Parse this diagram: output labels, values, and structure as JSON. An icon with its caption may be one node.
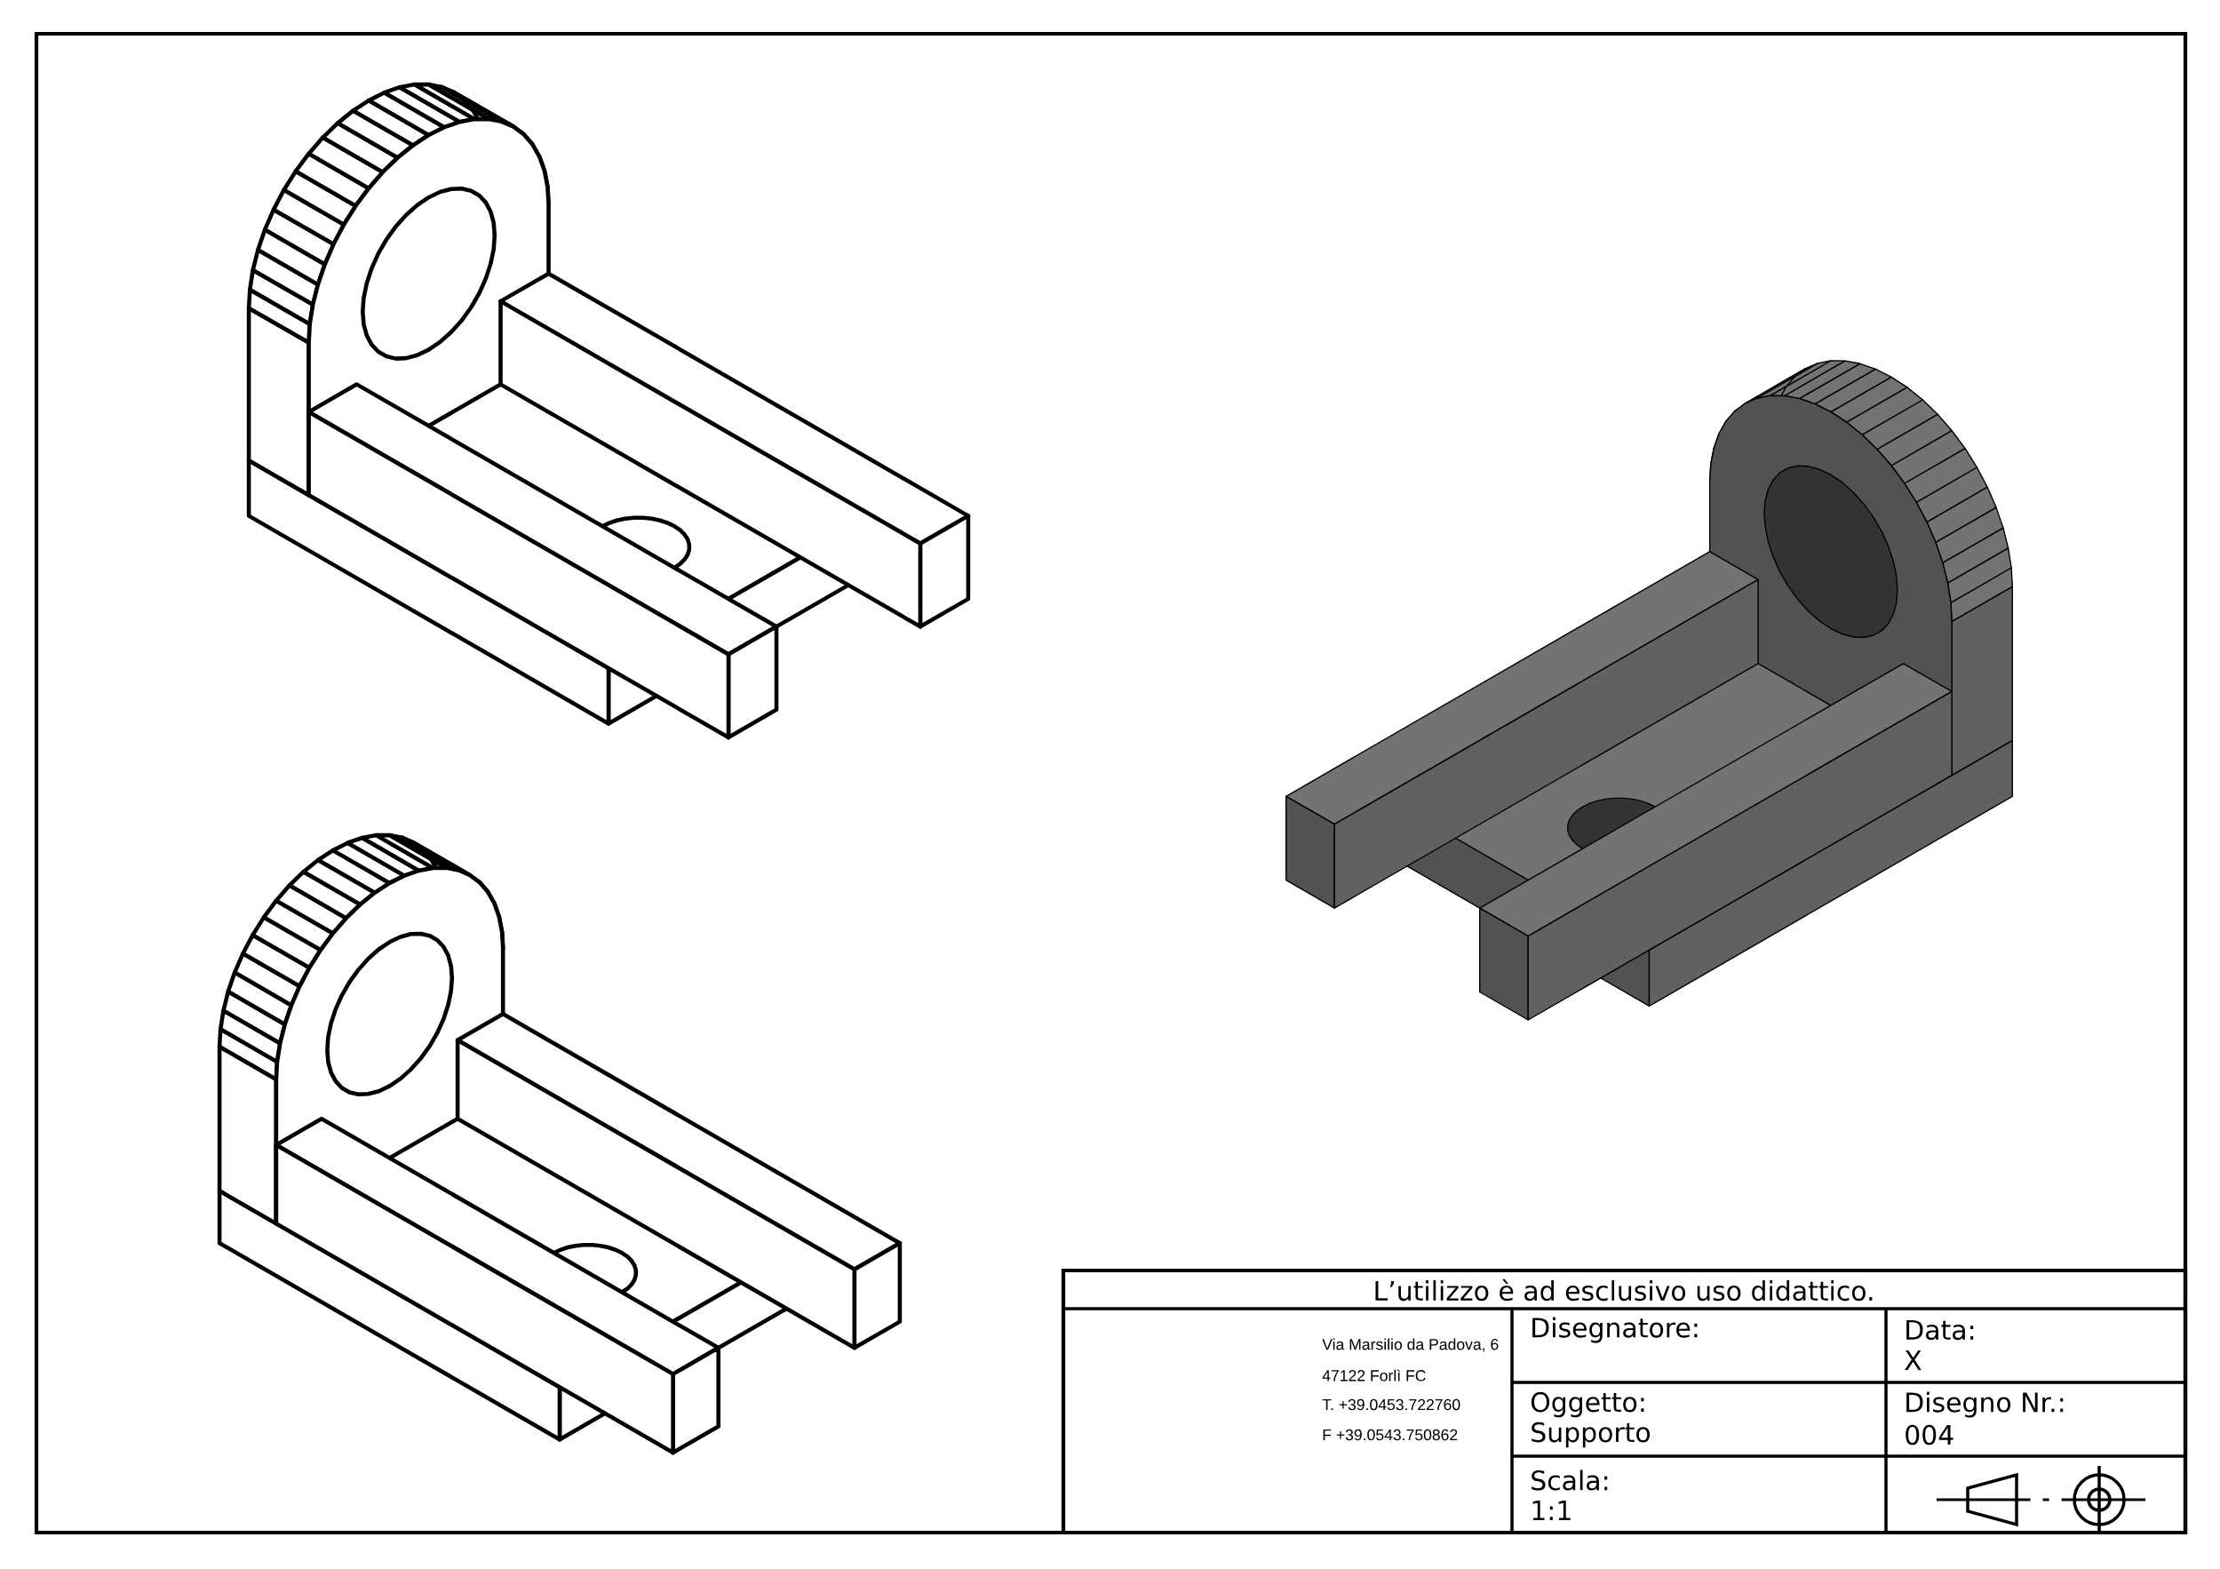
{
  "diagram": {
    "labels": [
      "L’utilizzo è ad esclusivo uso didattico.",
      "Via Marsilio da Padova, 6",
      "47122  Forlì  FC",
      "T. +39.0453.722760",
      "F +39.0543.750862",
      "Disegnatore:",
      "Data:",
      "X",
      "Oggetto:",
      "Supporto",
      "Disegno  Nr.:",
      "004",
      "Scala:",
      "1:1"
    ]
  }
}
